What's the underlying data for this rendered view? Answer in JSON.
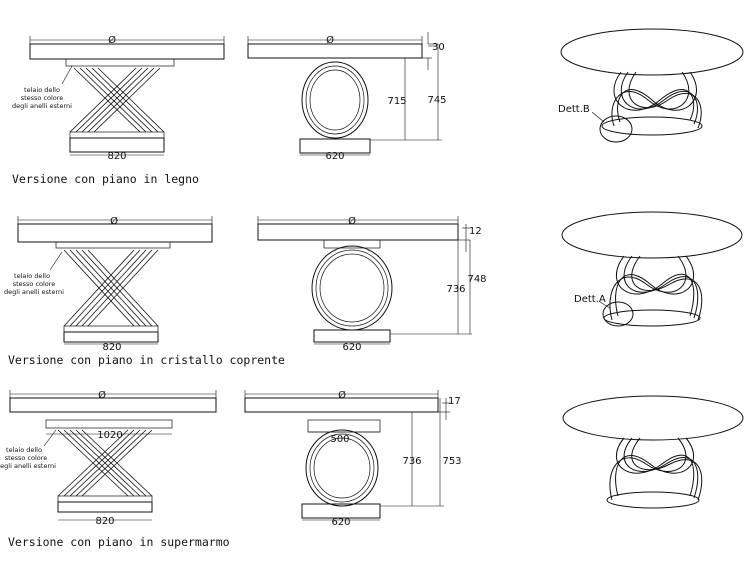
{
  "rows": [
    {
      "caption": "Versione con piano in legno",
      "front": {
        "diameter_symbol": "Ø",
        "base_width": "820"
      },
      "note_lines": [
        "telaio dello",
        "stesso colore",
        "degli anelli esterni"
      ],
      "side": {
        "diameter_symbol": "Ø",
        "top_thickness": "30",
        "inner_height": "715",
        "total_height": "745",
        "base_width": "620"
      },
      "view_3d": {
        "detail_label": "Dett.B"
      }
    },
    {
      "caption": "Versione con piano in cristallo coprente",
      "front": {
        "diameter_symbol": "Ø",
        "base_width": "820"
      },
      "note_lines": [
        "telaio dello",
        "stesso colore",
        "degli anelli esterni"
      ],
      "side": {
        "diameter_symbol": "Ø",
        "top_thickness": "12",
        "inner_height": "736",
        "total_height": "748",
        "base_width": "620"
      },
      "view_3d": {
        "detail_label": "Dett.A"
      }
    },
    {
      "caption": "Versione con piano in supermarmo",
      "front": {
        "diameter_symbol": "Ø",
        "frame_width": "1020",
        "base_width": "820"
      },
      "note_lines": [
        "telaio dello",
        "stesso colore",
        "degli anelli esterni"
      ],
      "side": {
        "diameter_symbol": "Ø",
        "top_thickness": "17",
        "frame_width": "500",
        "inner_height": "736",
        "total_height": "753",
        "base_width": "620"
      },
      "view_3d": {
        "detail_label": ""
      }
    }
  ]
}
